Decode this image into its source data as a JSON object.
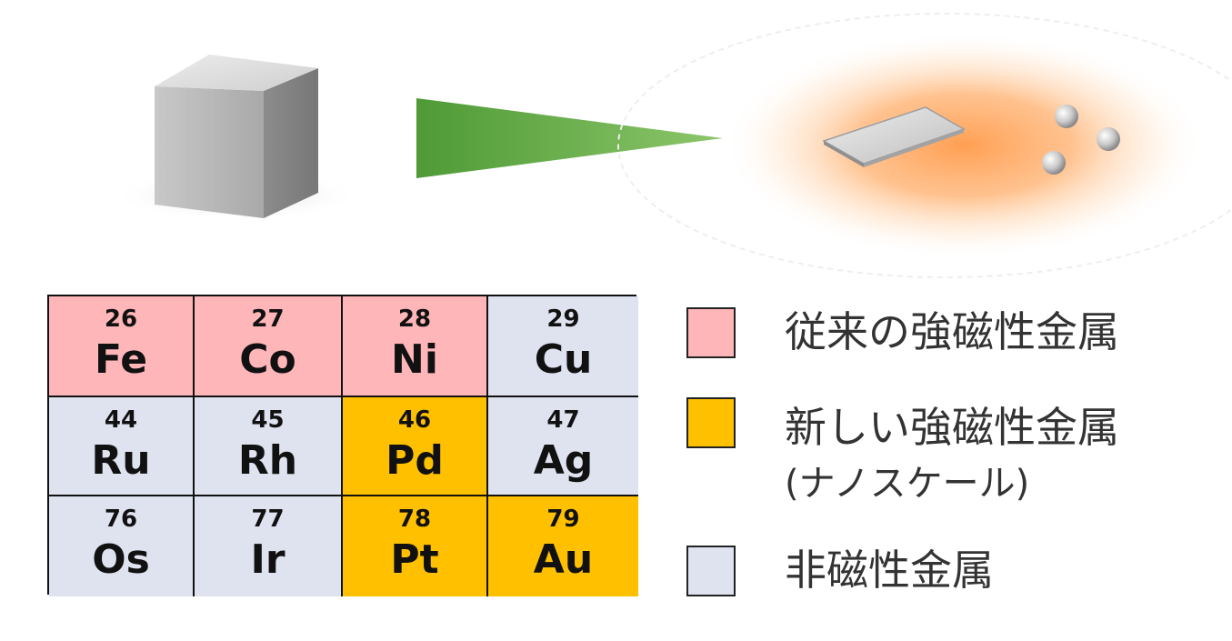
{
  "colors": {
    "conventional": "#ffb6b9",
    "new": "#ffc000",
    "nonmagnetic": "#dfe3f0",
    "border": "#111111",
    "arrow": "#6db54a",
    "glow": "#ff9a4a"
  },
  "illustration": {
    "items": [
      "bulk-cube",
      "shrink-arrow",
      "nano-platelet",
      "nano-particles"
    ]
  },
  "table": {
    "rows": [
      [
        {
          "number": "26",
          "symbol": "Fe",
          "category": "conventional"
        },
        {
          "number": "27",
          "symbol": "Co",
          "category": "conventional"
        },
        {
          "number": "28",
          "symbol": "Ni",
          "category": "conventional"
        },
        {
          "number": "29",
          "symbol": "Cu",
          "category": "nonmagnetic"
        }
      ],
      [
        {
          "number": "44",
          "symbol": "Ru",
          "category": "nonmagnetic"
        },
        {
          "number": "45",
          "symbol": "Rh",
          "category": "nonmagnetic"
        },
        {
          "number": "46",
          "symbol": "Pd",
          "category": "new"
        },
        {
          "number": "47",
          "symbol": "Ag",
          "category": "nonmagnetic"
        }
      ],
      [
        {
          "number": "76",
          "symbol": "Os",
          "category": "nonmagnetic"
        },
        {
          "number": "77",
          "symbol": "Ir",
          "category": "nonmagnetic"
        },
        {
          "number": "78",
          "symbol": "Pt",
          "category": "new"
        },
        {
          "number": "79",
          "symbol": "Au",
          "category": "new"
        }
      ]
    ]
  },
  "legend": {
    "conventional": "従来の強磁性金属",
    "new": "新しい強磁性金属",
    "new_sub": "(ナノスケール)",
    "nonmagnetic": "非磁性金属"
  }
}
